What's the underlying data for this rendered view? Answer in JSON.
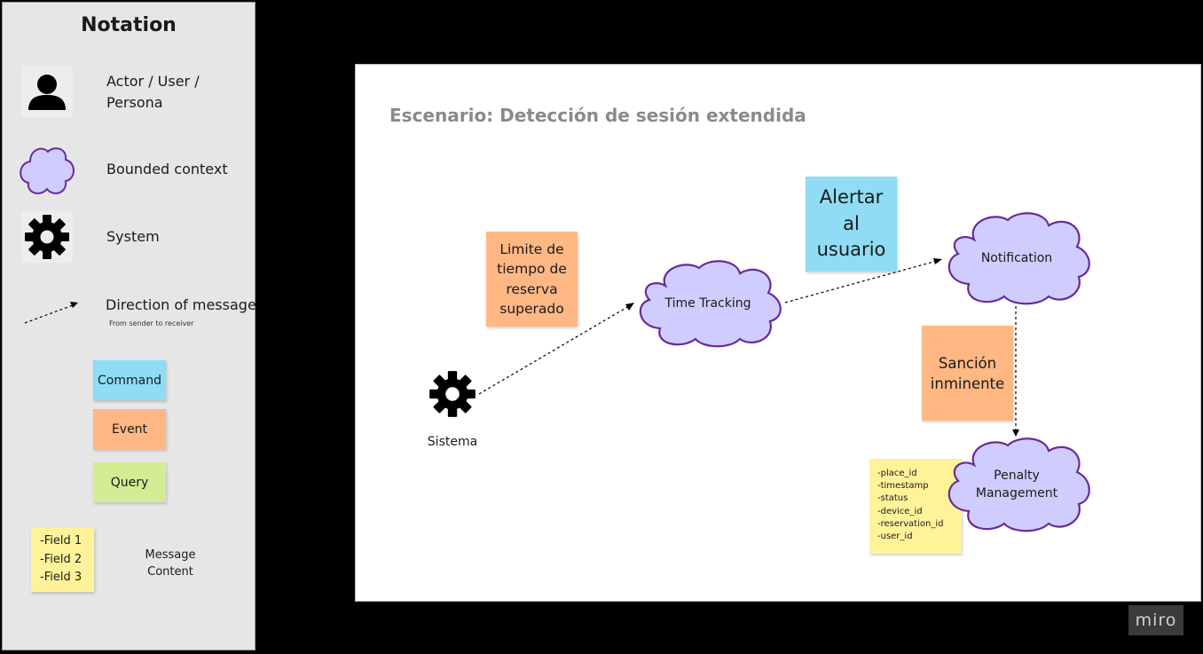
{
  "notation": {
    "title": "Notation",
    "actor_label": "Actor / User / Persona",
    "context_label": "Bounded context",
    "system_label": "System",
    "message_label": "Direction of message",
    "message_sub": "From sender to receiver",
    "command_label": "Command",
    "event_label": "Event",
    "query_label": "Query",
    "fields": [
      "-Field 1",
      "-Field 2",
      "-Field 3"
    ],
    "content_label": "Message Content"
  },
  "scenario": {
    "title": "Escenario: Detección de sesión extendida",
    "system_label": "Sistema",
    "event_limit": "Limite de tiempo de reserva superado",
    "command_alert": "Alertar al usuario",
    "event_sanction": "Sanción inminente",
    "context_time_tracking": "Time Tracking",
    "context_notification": "Notification",
    "context_penalty": "Penalty Management",
    "message_fields": [
      "-place_id",
      "-timestamp",
      "-status",
      "-device_id",
      "-reservation_id",
      "-user_id"
    ]
  },
  "colors": {
    "command": "#8fdcf4",
    "event": "#ffb784",
    "query": "#d4ec94",
    "content": "#fff39a",
    "cloud_fill": "#cfcdfd",
    "cloud_stroke": "#6a2a9a"
  },
  "icons": {
    "actor": "person-icon",
    "system": "gear-icon",
    "context": "cloud-icon"
  },
  "brand": {
    "badge": "miro"
  }
}
